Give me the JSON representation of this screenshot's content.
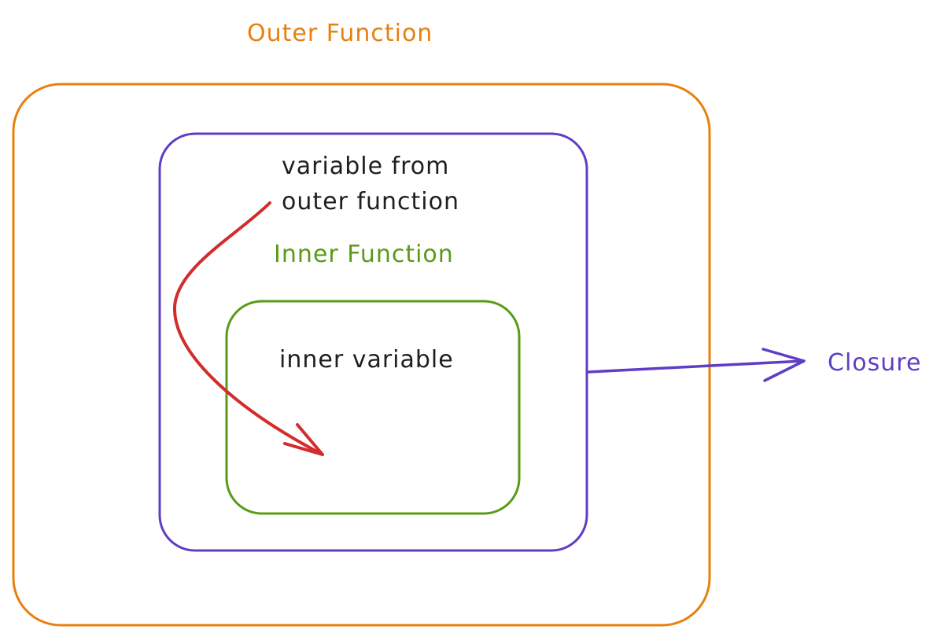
{
  "labels": {
    "outer_function": "Outer Function",
    "variable_from_line1": "variable from",
    "variable_from_line2": "outer function",
    "inner_function": "Inner Function",
    "inner_variable": "inner variable",
    "closure": "Closure"
  },
  "colors": {
    "outer": "#e8800e",
    "inner_scope": "#5f3dc4",
    "inner_function": "#5a9a17",
    "arrow_variable": "#d22c2c",
    "text": "#1e1e1e"
  }
}
